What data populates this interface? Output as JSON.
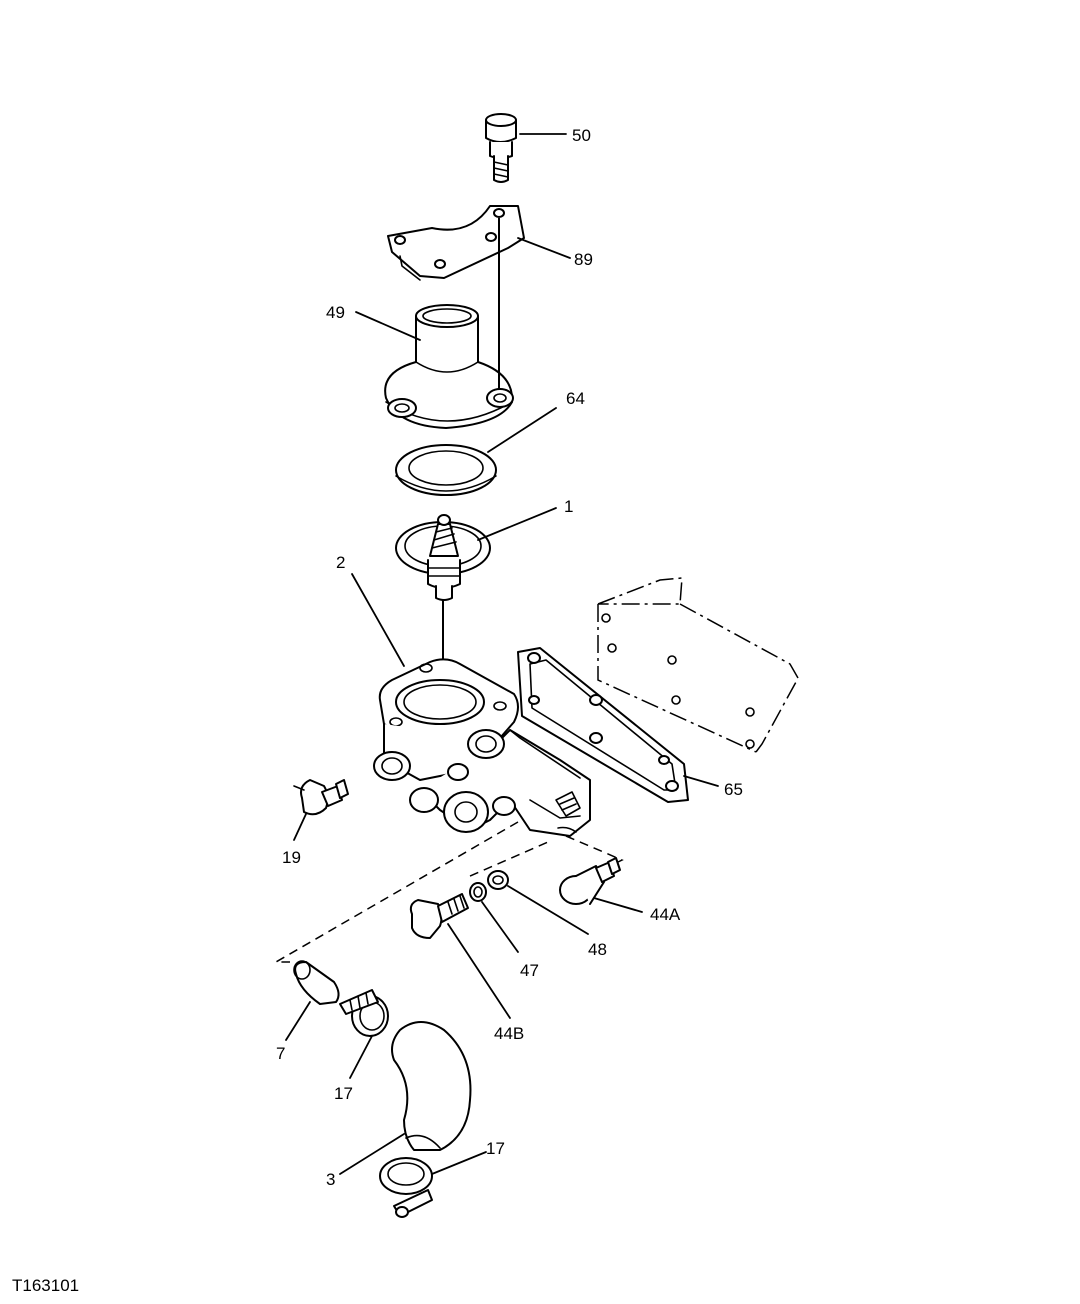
{
  "figure_id": "T163101",
  "callouts": {
    "c50": "50",
    "c89": "89",
    "c49": "49",
    "c64": "64",
    "c1": "1",
    "c2": "2",
    "c65": "65",
    "c19": "19",
    "c44A": "44A",
    "c48": "48",
    "c47": "47",
    "c44B": "44B",
    "c7": "7",
    "c17a": "17",
    "c3": "3",
    "c17b": "17"
  }
}
